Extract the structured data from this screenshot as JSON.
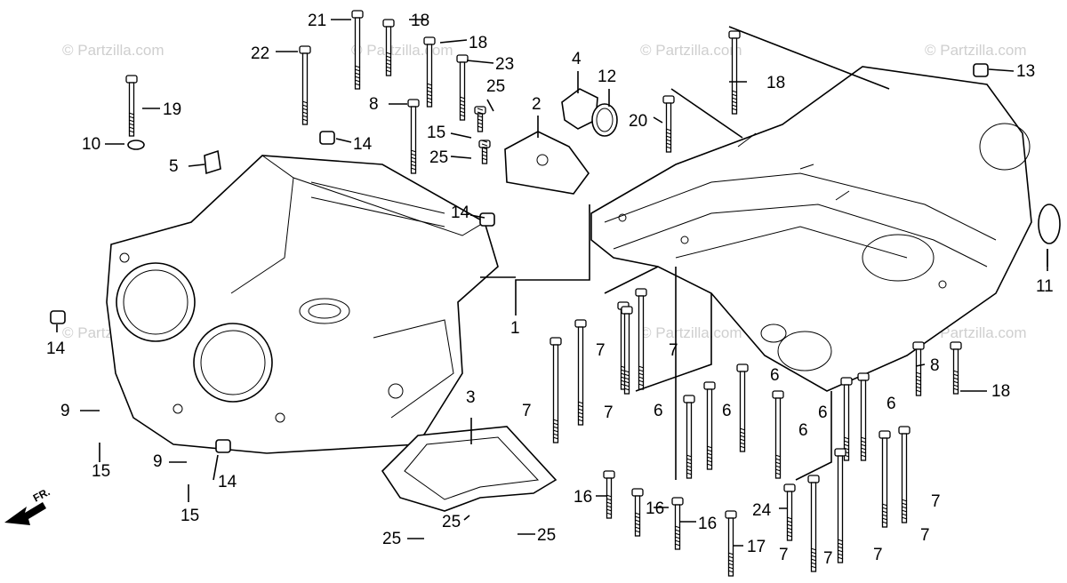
{
  "watermark": "© Partzilla.com",
  "front_marker": "FR.",
  "callouts": {
    "c1": "1",
    "c2": "2",
    "c3": "3",
    "c4": "4",
    "c5": "5",
    "c6a": "6",
    "c6b": "6",
    "c6c": "6",
    "c6d": "6",
    "c6e": "6",
    "c6f": "6",
    "c7a": "7",
    "c7b": "7",
    "c7c": "7",
    "c7d": "7",
    "c7e": "7",
    "c7f": "7",
    "c7g": "7",
    "c7h": "7",
    "c7i": "7",
    "c8a": "8",
    "c8b": "8",
    "c9a": "9",
    "c9b": "9",
    "c10": "10",
    "c11": "11",
    "c12": "12",
    "c13": "13",
    "c14a": "14",
    "c14b": "14",
    "c14c": "14",
    "c14d": "14",
    "c15a": "15",
    "c15b": "15",
    "c15c": "15",
    "c16a": "16",
    "c16b": "16",
    "c16c": "16",
    "c17": "17",
    "c18a": "18",
    "c18b": "18",
    "c18c": "18",
    "c18d": "18",
    "c19": "19",
    "c20": "20",
    "c21": "21",
    "c22": "22",
    "c23": "23",
    "c24": "24",
    "c25a": "25",
    "c25b": "25",
    "c25c": "25",
    "c25d": "25",
    "c25e": "25"
  }
}
